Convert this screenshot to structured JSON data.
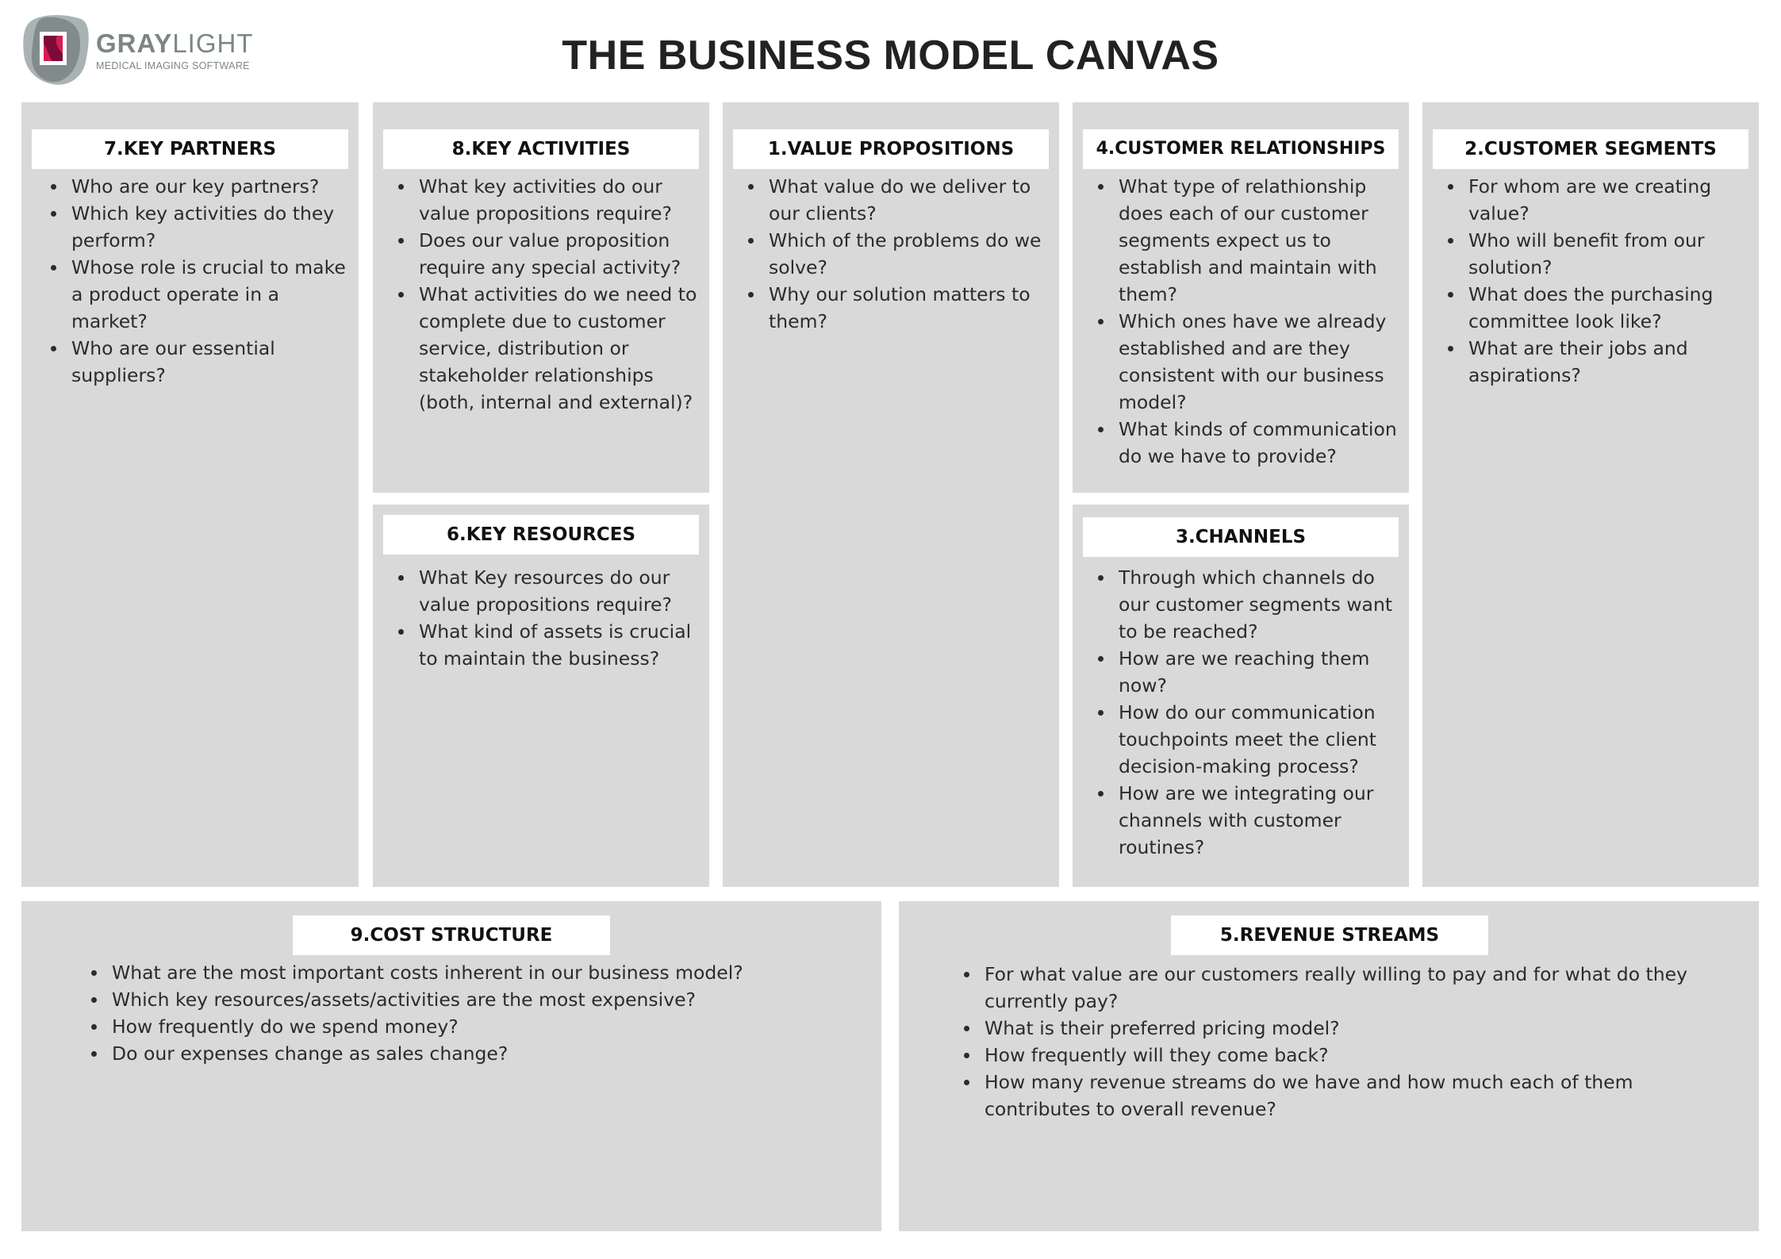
{
  "logo": {
    "brand_bold": "GRAY",
    "brand_light": "LIGHT",
    "tagline": "MEDICAL IMAGING SOFTWARE"
  },
  "title": "THE BUSINESS MODEL CANVAS",
  "colors": {
    "panel": "#d9d9d9",
    "header_box": "#ffffff",
    "logo_red": "#8b0a3c",
    "logo_pink": "#d81b55",
    "logo_gray": "#7d8687"
  },
  "sections": {
    "key_partners": {
      "label": "7.KEY PARTNERS",
      "items": [
        "Who are our key partners?",
        "Which key activities do they perform?",
        "Whose role is crucial to make a product operate in a market?",
        "Who are our essential suppliers?"
      ]
    },
    "key_activities": {
      "label": "8.KEY ACTIVITIES",
      "items": [
        "What key activities do our value propositions require?",
        "Does our value proposition require any special activity?",
        "What activities do we need to complete due to customer service, distribution or stakeholder relationships (both, internal and external)?"
      ]
    },
    "key_resources": {
      "label": "6.KEY RESOURCES",
      "items": [
        "What Key resources do our value propositions require?",
        "What kind of assets is crucial to maintain the business?"
      ]
    },
    "value_propositions": {
      "label": "1.VALUE PROPOSITIONS",
      "items": [
        "What value do we deliver to our clients?",
        "Which of the problems do we solve?",
        "Why our solution matters to them?"
      ]
    },
    "customer_relationships": {
      "label": "4.CUSTOMER RELATIONSHIPS",
      "items": [
        "What type of relathionship does each of our customer segments expect us to establish and maintain with them?",
        "Which ones have we already established and are they consistent with our business model?",
        "What kinds of communication do we have to provide?"
      ]
    },
    "channels": {
      "label": "3.CHANNELS",
      "items": [
        "Through which channels do our customer segments want to be reached?",
        "How are we reaching them now?",
        "How do our communication touchpoints meet the client decision-making process?",
        "How are we integrating our channels with customer routines?"
      ]
    },
    "customer_segments": {
      "label": "2.CUSTOMER SEGMENTS",
      "items": [
        "For whom are we creating value?",
        "Who will benefit from our solution?",
        "What does the purchasing committee look like?",
        "What are their jobs and aspirations?"
      ]
    },
    "cost_structure": {
      "label": "9.COST STRUCTURE",
      "items": [
        "What are the most important costs inherent in our business model?",
        "Which key resources/assets/activities are the most expensive?",
        "How frequently do we spend money?",
        "Do our expenses change as sales change?"
      ]
    },
    "revenue_streams": {
      "label": "5.REVENUE STREAMS",
      "items": [
        "For what value are our customers really willing to pay and for what do they currently pay?",
        "What is their preferred pricing model?",
        "How frequently will they come back?",
        "How many revenue streams do we have and how much each of them contributes to overall revenue?"
      ]
    }
  }
}
